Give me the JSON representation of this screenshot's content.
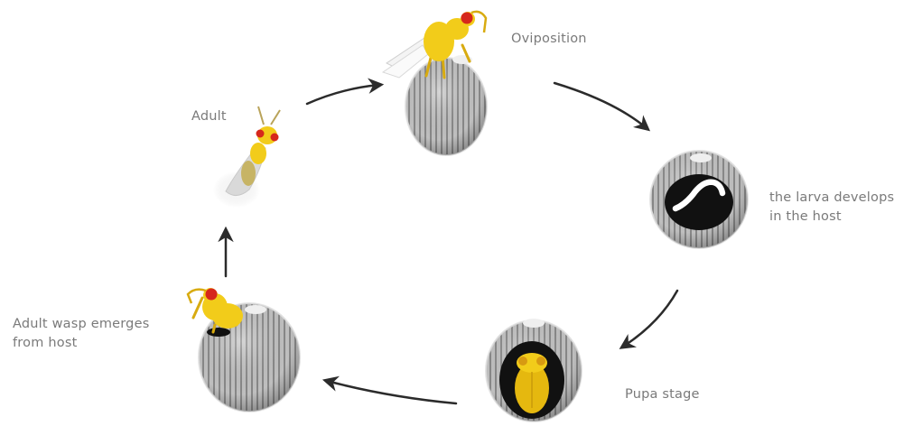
{
  "stages": {
    "oviposition": {
      "label": "Oviposition"
    },
    "larva": {
      "line1": "the larva develops",
      "line2": "in the host"
    },
    "pupa": {
      "label": "Pupa stage"
    },
    "emergence": {
      "line1": "Adult wasp emerges",
      "line2": "from host"
    },
    "adult": {
      "label": "Adult"
    }
  },
  "colors": {
    "egg_shell": "#b4b4b4",
    "egg_lines": "#6f6f6f",
    "wasp_body": "#f2cc1a",
    "wasp_eye": "#d6281c",
    "host_interior": "#111111",
    "larva": "#ffffff",
    "arrow": "#2b2b2b",
    "label_text": "#7a7a7a"
  },
  "icons": [
    "egg-host-icon",
    "wasp-icon",
    "larva-icon",
    "pupa-icon",
    "cycle-arrow-icon"
  ]
}
